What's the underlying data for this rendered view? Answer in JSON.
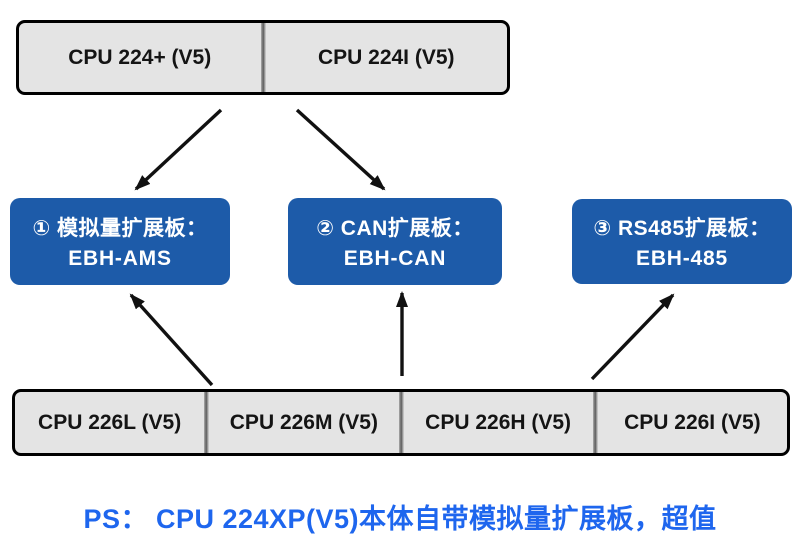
{
  "diagram": {
    "top_group": {
      "cells": [
        "CPU 224+ (V5)",
        "CPU 224I (V5)"
      ]
    },
    "boards": [
      {
        "title": "① 模拟量扩展板：",
        "model": "EBH-AMS"
      },
      {
        "title": "② CAN扩展板：",
        "model": "EBH-CAN"
      },
      {
        "title": "③ RS485扩展板：",
        "model": "EBH-485"
      }
    ],
    "bottom_group": {
      "cells": [
        "CPU 226L (V5)",
        "CPU 226M (V5)",
        "CPU 226H (V5)",
        "CPU 226I (V5)"
      ]
    },
    "footnote": "PS： CPU 224XP(V5)本体自带模拟量扩展板，超值",
    "colors": {
      "board_blue": "#1d5ba9",
      "footnote_blue": "#1e66ee",
      "cpu_box_gray": "#e4e4e4",
      "arrow_black": "#111111"
    }
  }
}
